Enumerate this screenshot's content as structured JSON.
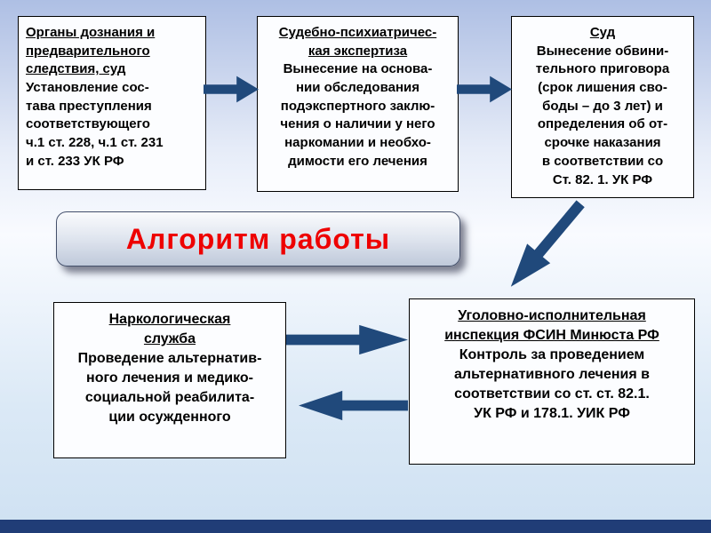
{
  "slide": {
    "banner": {
      "label": "Алгоритм работы"
    },
    "boxes": {
      "investigation": {
        "title": "Органы дознания и\nпредварительного\nследствия, суд",
        "body": "Установление сос-\nтава преступления\nсоответствующего\nч.1 ст. 228, ч.1 ст. 231\n и ст. 233 УК РФ"
      },
      "expertise": {
        "title": "Судебно-психиатричес-\nкая экспертиза",
        "body": "Вынесение на основа-\nнии обследования\nподэкспертного заклю-\nчения о наличии у него\nнаркомании и необхо-\nдимости его лечения"
      },
      "court": {
        "title": "Суд",
        "body": "Вынесение обвини-\nтельного приговора\n(срок лишения сво-\nбоды – до 3 лет) и\nопределения об от-\nсрочке наказания\nв соответствии со\nСт. 82. 1. УК РФ"
      },
      "narcology": {
        "title": "Наркологическая\nслужба",
        "body": "Проведение альтернатив-\nного лечения и медико-\nсоциальной реабилита-\nции осужденного"
      },
      "inspection": {
        "title": "Уголовно-исполнительная\nинспекция ФСИН Минюста РФ",
        "body": "Контроль за проведением\nальтернативного лечения в\nсоответствии со ст. ст. 82.1.\nУК РФ и 178.1.  УИК РФ"
      }
    }
  },
  "colors": {
    "arrow": "#20497b",
    "banner_text": "#ee0000",
    "bottom_bar": "#203d77"
  }
}
